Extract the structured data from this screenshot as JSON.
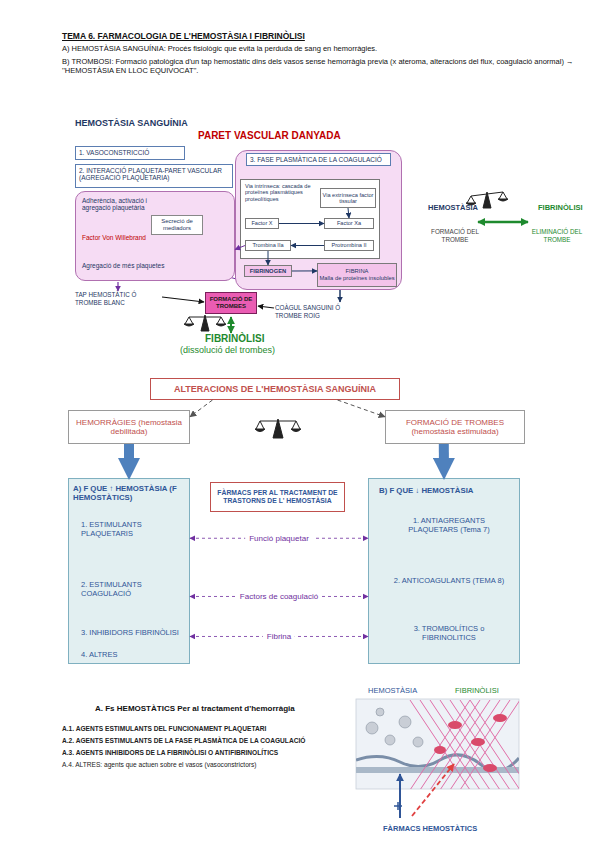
{
  "diagram": {
    "title": "TEMA 6. FARMACOLOGIA DE L'HEMOSTÀSIA I FIBRINÒLISI",
    "nodes": [
      {
        "text": [
          "1. VASOCONSTRICCIÓ"
        ]
      },
      {
        "text": [
          "2. INTERACCIÓ PLAQUETA-PARET VASCULAR (AGREGACIÓ PLAQUETARIA)"
        ]
      },
      {
        "text": [
          "Adherència, activació i agregació plaquetària",
          "Factor Von Willebrand",
          "Agregació de més plaquetes"
        ]
      },
      {
        "text": [
          "Secreció de mediadors"
        ],
        "in": 2
      },
      {
        "text": [
          "3. FASE PLASMÀTICA DE LA COAGULACIÓ"
        ]
      },
      {
        "text": [
          "Via intrínseca: cascada de proteïnes plasmàtiques proteolítiques"
        ],
        "in": 4
      },
      {
        "text": [
          "Via extrínseca factor tissular"
        ],
        "in": 5
      },
      {
        "text": [
          "Factor X"
        ],
        "in": 5
      },
      {
        "text": [
          "Factor Xa"
        ],
        "in": 5
      },
      {
        "text": [
          "Trombina IIa"
        ],
        "in": 5
      },
      {
        "text": [
          "Protrombina II"
        ],
        "in": 5
      },
      {
        "text": [
          "FIBRINOGEN"
        ],
        "in": 4
      },
      {
        "text": [
          "FIBRINA",
          "Malla de proteïnes insolubles"
        ],
        "in": 4
      },
      {
        "text": [
          "FORMACIÓ DE TROMBES"
        ]
      },
      {
        "text": [
          "ALTERACIONS DE L'HEMOSTÀSIA SANGUÍNIA"
        ]
      },
      {
        "text": [
          "HEMORRÀGIES (hemostasia debilitada)"
        ]
      },
      {
        "text": [
          "FORMACIÓ DE TROMBES (hemostàsia estimulada)"
        ]
      },
      {
        "text": [
          "A) F QUE ↑ HEMOSTÀSIA (F HEMOSTÀTICS)",
          "1. ESTIMULANTS PLAQUETARIS",
          "2. ESTIMULANTS COAGULACIÓ",
          "3. INHIBIDORS FIBRINÒLISI",
          "4. ALTRES"
        ]
      },
      {
        "text": [
          "FÀRMACS PER AL TRACTAMENT DE TRASTORNS DE L' HEMOSTÀSIA"
        ]
      },
      {
        "text": [
          "B) F QUE ↓ HEMOSTÀSIA",
          "1. ANTIAGREGANTS PLAQUETARS (Tema 7)",
          "2. ANTICOAGULANTS (TEMA 8)",
          "3. TROMBOLÍTICS o FIBRINOLITICS"
        ]
      }
    ],
    "edges": [
      {
        "from": 6,
        "to": 8,
        "arrow": "to"
      },
      {
        "from": 7,
        "to": 8,
        "arrow": "to"
      },
      {
        "from": 10,
        "to": 9,
        "arrow": "to"
      },
      {
        "from": 9,
        "to": 11,
        "arrow": "to"
      },
      {
        "from": 11,
        "to": 12,
        "arrow": "to"
      },
      {
        "from": 9,
        "to": 2,
        "arrow": "to"
      },
      {
        "from": 14,
        "to": 15,
        "arrow": "to"
      },
      {
        "from": 14,
        "to": 16,
        "arrow": "to"
      },
      {
        "from": 15,
        "to": 17,
        "arrow": "to"
      },
      {
        "from": 16,
        "to": 19,
        "arrow": "to"
      },
      {
        "from": 17,
        "to": 19,
        "label": "Funció plaquetar",
        "arrow": "both"
      },
      {
        "from": 17,
        "to": 19,
        "label": "Factors de coagulació",
        "arrow": "both"
      },
      {
        "from": 17,
        "to": 19,
        "label": "Fibrina",
        "arrow": "both"
      }
    ],
    "labels": [
      "A) HEMOSTÀSIA SANGUÍNIA: Procés fisiològic que evita la perduda de sang en hemorràgies.",
      "B) TROMBOSI: Formació patològica d'un tap hemostàtic dins dels vasos sense hemorràgia previa (x ateroma, alteracions del flux, coagulació anormal) → ''HEMOSTÀSIA EN LLOC EQUIVOCAT''.",
      "HEMOSTÀSIA SANGUÍNIA",
      "PARET VASCULAR DANYADA",
      "HEMOSTÀSIA",
      "FIBRINÒLISI",
      "FORMACIÓ DEL TROMBE",
      "ELIMINACIÓ DEL TROMBE",
      "TAP HEMOSTÀTIC Ó TROMBE BLANC",
      "COÀGUL SANGUINI Ó TROMBE ROIG",
      "FIBRINÒLISI",
      "(dissolució del trombes)",
      "A. Fs HEMOSTÀTICS Per al tractament d'hemorràgia",
      "A.1. AGENTS ESTIMULANTS DEL FUNCIONAMENT PLAQUETARI",
      "A.2. AGENTS ESTIMULANTS DE LA FASE PLASMÀTICA DE LA COAGULACIÓ",
      "A.3. AGENTS INHIBIDORS DE LA FIBRINÒLISI O ANTIFIBRINOLÍTICS",
      "A.4. ALTRES: agents que actuen sobre el vasos (vasoconstrictors)",
      "HEMOSTÀSIA",
      "FIBRINÒLISI",
      "FÀRMACS HEMOSTÀTICS"
    ]
  }
}
